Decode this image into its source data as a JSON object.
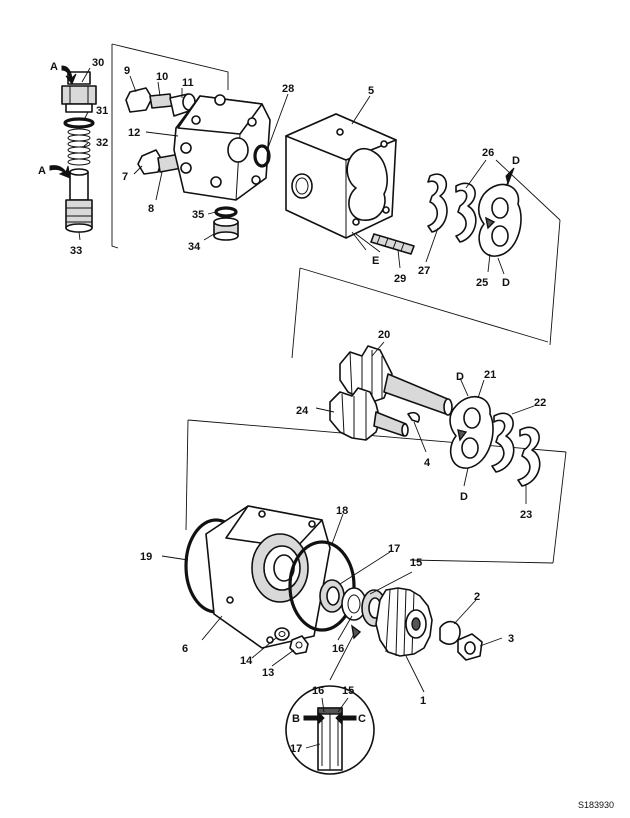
{
  "part_labels": [
    "1",
    "2",
    "3",
    "4",
    "5",
    "6",
    "7",
    "8",
    "9",
    "10",
    "11",
    "12",
    "13",
    "14",
    "15",
    "16",
    "17",
    "18",
    "19",
    "20",
    "21",
    "22",
    "23",
    "24",
    "25",
    "26",
    "27",
    "28",
    "29",
    "30",
    "31",
    "32",
    "33",
    "34",
    "35"
  ],
  "inset_labels": [
    "16",
    "15",
    "17"
  ],
  "letters": {
    "A": "A",
    "B": "B",
    "C": "C",
    "D": "D",
    "E": "E"
  },
  "reference": "S183930"
}
